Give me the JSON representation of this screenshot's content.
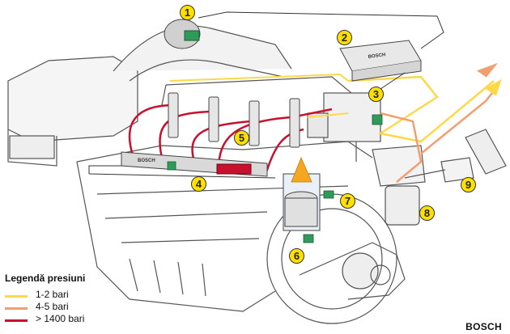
{
  "callouts": [
    "1",
    "2",
    "3",
    "4",
    "5",
    "6",
    "7",
    "8",
    "9"
  ],
  "legend": {
    "title": "Legendă presiuni",
    "items": [
      {
        "label": "1-2 bari",
        "color": "#ffd84a"
      },
      {
        "label": "4-5 bari",
        "color": "#f0a070"
      },
      {
        "label": "> 1400 bari",
        "color": "#c8102e"
      }
    ]
  },
  "ecu_label": "BOSCH",
  "rail_label": "BOSCH",
  "brand": "BOSCH",
  "colors": {
    "badge": "#ffe000",
    "line_low": "#ffd84a",
    "line_mid": "#f0a070",
    "line_high": "#c8102e",
    "sensor": "#2f9a5a",
    "flame": "#f5a623"
  }
}
